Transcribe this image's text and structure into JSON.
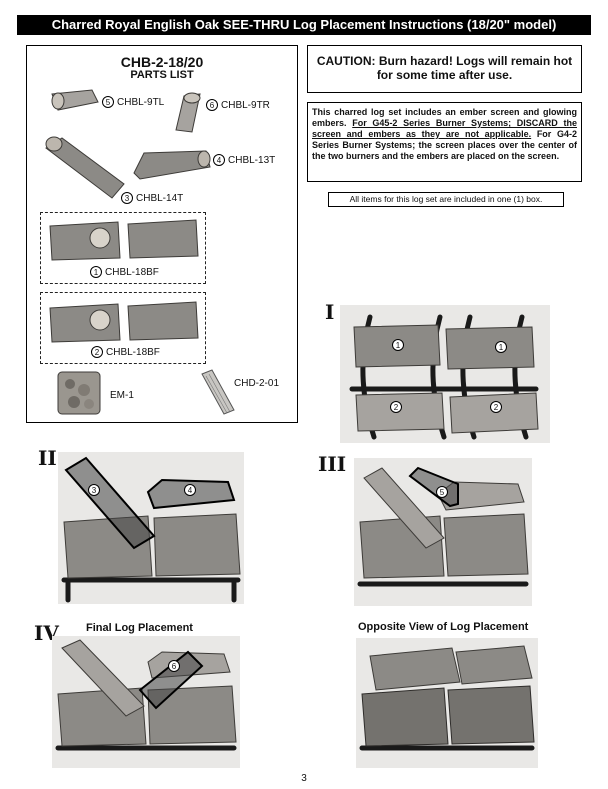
{
  "header": {
    "title": "Charred Royal English Oak SEE-THRU Log Placement Instructions (18/20\" model)"
  },
  "parts": {
    "model": "CHB-2-18/20",
    "subtitle": "PARTS LIST",
    "items": [
      {
        "num": "5",
        "code": "CHBL-9TL"
      },
      {
        "num": "6",
        "code": "CHBL-9TR"
      },
      {
        "num": "4",
        "code": "CHBL-13T"
      },
      {
        "num": "3",
        "code": "CHBL-14T"
      },
      {
        "num": "1",
        "code": "CHBL-18BF"
      },
      {
        "num": "2",
        "code": "CHBL-18BF"
      },
      {
        "num": "",
        "code": "EM-1"
      },
      {
        "num": "",
        "code": "CHD-2-01"
      }
    ]
  },
  "caution": {
    "line1": "CAUTION: Burn hazard! Logs will remain hot",
    "line2": "for some time after use."
  },
  "info": {
    "p1": "This charred log set includes an ember screen and glowing embers.",
    "p1_underlined": "For G45-2 Series Burner Systems; DISCARD the screen and embers as they are not applicable.",
    "p2": "For G4-2 Series Burner Systems; the screen places over the center of the two burners and the embers are placed on the screen."
  },
  "note": "All items for this log set are included in one (1) box.",
  "steps": {
    "s1": {
      "label": "I",
      "marks": [
        "1",
        "1",
        "2",
        "2"
      ]
    },
    "s2": {
      "label": "II",
      "marks": [
        "3",
        "4"
      ]
    },
    "s3": {
      "label": "III",
      "marks": [
        "5"
      ]
    },
    "s4": {
      "label": "IV",
      "title": "Final Log Placement",
      "marks": [
        "6"
      ]
    },
    "s5": {
      "title": "Opposite View of Log Placement"
    }
  },
  "footer": {
    "page_number": "3"
  }
}
